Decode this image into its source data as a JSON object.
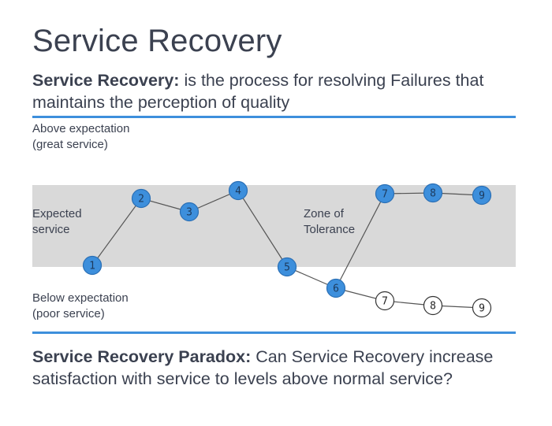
{
  "title": "Service Recovery",
  "definition": {
    "term": "Service Recovery:",
    "text": " is the process for resolving Failures that maintains the perception of quality"
  },
  "labels": {
    "above_line1": "Above expectation",
    "above_line2": "(great service)",
    "expected_line1": "Expected",
    "expected_line2": "service",
    "zone_line1": "Zone of",
    "zone_line2": "Tolerance",
    "below_line1": "Below expectation",
    "below_line2": "(poor service)"
  },
  "paradox": {
    "term": "Service Recovery Paradox:",
    "text": " Can Service Recovery increase satisfaction with service to levels above normal service?"
  },
  "colors": {
    "accent": "#3d8fdc",
    "node_fill": "#3d8fdc",
    "zone_band": "#d9d9d9",
    "text": "#3b4150"
  },
  "chart_data": {
    "type": "line",
    "series": [
      {
        "style": "filled",
        "points": [
          "1",
          "2",
          "3",
          "4",
          "5",
          "6",
          "7",
          "8",
          "9"
        ]
      },
      {
        "style": "outline",
        "points": [
          "6",
          "7",
          "8",
          "9"
        ]
      }
    ]
  }
}
